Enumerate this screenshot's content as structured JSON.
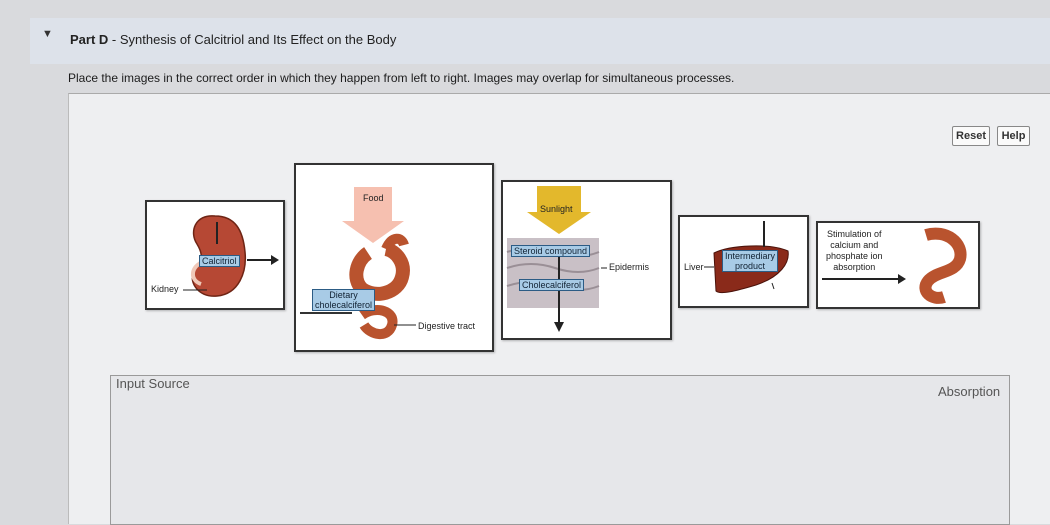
{
  "header": {
    "part": "Part D",
    "separator": " - ",
    "title": "Synthesis of Calcitriol and Its Effect on the Body"
  },
  "instructions": "Place the images in the correct order in which they happen from left to right. Images may overlap for simultaneous processes.",
  "buttons": {
    "reset": "Reset",
    "help": "Help"
  },
  "cards": {
    "kidney": {
      "calcitriol": "Calcitriol",
      "kidney": "Kidney"
    },
    "food": {
      "food": "Food",
      "dietary_line1": "Dietary",
      "dietary_line2": "cholecalciferol",
      "digestive": "Digestive tract"
    },
    "sunlight": {
      "sunlight": "Sunlight",
      "steroid": "Steroid compound",
      "chole": "Cholecalciferol",
      "epidermis": "Epidermis"
    },
    "liver": {
      "liver": "Liver",
      "inter_line1": "Intermediary",
      "inter_line2": "product"
    },
    "absorption": {
      "line1": "Stimulation of",
      "line2": "calcium and",
      "line3": "phosphate ion",
      "line4": "absorption"
    }
  },
  "dropzone": {
    "left_label": "Input Source",
    "right_label": "Absorption"
  }
}
